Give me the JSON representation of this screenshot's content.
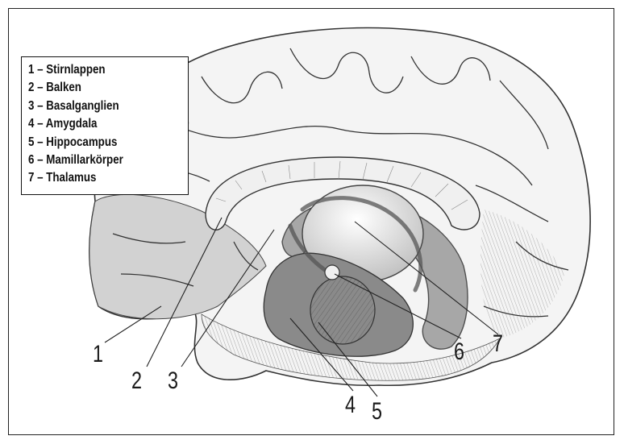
{
  "legend": {
    "items": [
      "1 – Stirnlappen",
      "2 – Balken",
      "3 – Basalganglien",
      "4 – Amygdala",
      "5 – Hippocampus",
      "6 – Mamillarkörper",
      "7 – Thalamus"
    ]
  },
  "labels": [
    "1",
    "2",
    "3",
    "4",
    "5",
    "6",
    "7"
  ],
  "colors": {
    "brain_fill": "#f3f3f3",
    "frontal_shade": "#d4d4d4",
    "limbic_dark": "#8c8c8c",
    "thalamus": "#e2e2e2",
    "outline": "#333333"
  }
}
